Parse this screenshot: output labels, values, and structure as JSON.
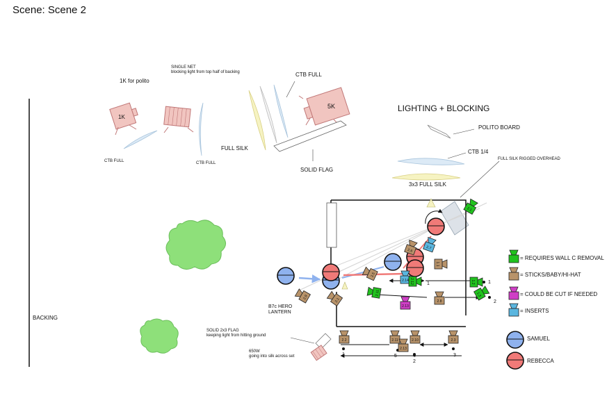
{
  "scene_title": "Scene: Scene 2",
  "diagram_title": "LIGHTING + BLOCKING",
  "lights": {
    "k1": "1K",
    "k1_caption": "1K for polito",
    "k5": "5K",
    "w650": "650W",
    "w650_caption": "going into silk across set"
  },
  "modifiers": {
    "ctb_full_left": "CTB FULL",
    "ctb_full_mid": "CTB FULL",
    "ctb_full_top": "CTB FULL",
    "single_net_1": "SINGLE NET",
    "single_net_2": "blocking light from top half of backing",
    "full_silk": "FULL SILK",
    "solid_flag": "SOLID FLAG",
    "polito_board": "POLITO BOARD",
    "ctb_quarter": "CTB 1/4",
    "silk_3x3": "3x3 FULL SILK",
    "full_silk_overhead": "FULL SILK RIGGED OVERHEAD",
    "solid_flag_2x3_1": "SOLID 2x3 FLAG",
    "solid_flag_2x3_2": "keeping light from hitting ground"
  },
  "set": {
    "backing": "BACKING",
    "lantern_1": "B7c HERO",
    "lantern_2": "LANTERN"
  },
  "setups": [
    "2.1",
    "2.1",
    "2.2",
    "2.3",
    "2.4",
    "2.5",
    "2.6",
    "2.7",
    "2.8",
    "2.9",
    "2.10",
    "2.11",
    "2.12",
    "2.13",
    "2.14",
    "1.1",
    "1.2",
    "1.3"
  ],
  "marks": [
    "1",
    "2",
    "3",
    "4",
    "5",
    "1",
    "2",
    "1"
  ],
  "legend": {
    "green": "= REQUIRES WALL C REMOVAL",
    "brown": "= STICKS/BABY/HI-HAT",
    "magenta": "= COULD BE CUT IF NEEDED",
    "blue": "= INSERTS",
    "samuel": "SAMUEL",
    "rebecca": "REBECCA"
  },
  "colors": {
    "green": "#21c21e",
    "brown": "#b8936a",
    "magenta": "#cf3fc6",
    "blue": "#5ab6df",
    "samuel": "#8fb2ee",
    "rebecca": "#f07a78",
    "tree": "#8ee07a",
    "light": "#f1c5c0"
  }
}
